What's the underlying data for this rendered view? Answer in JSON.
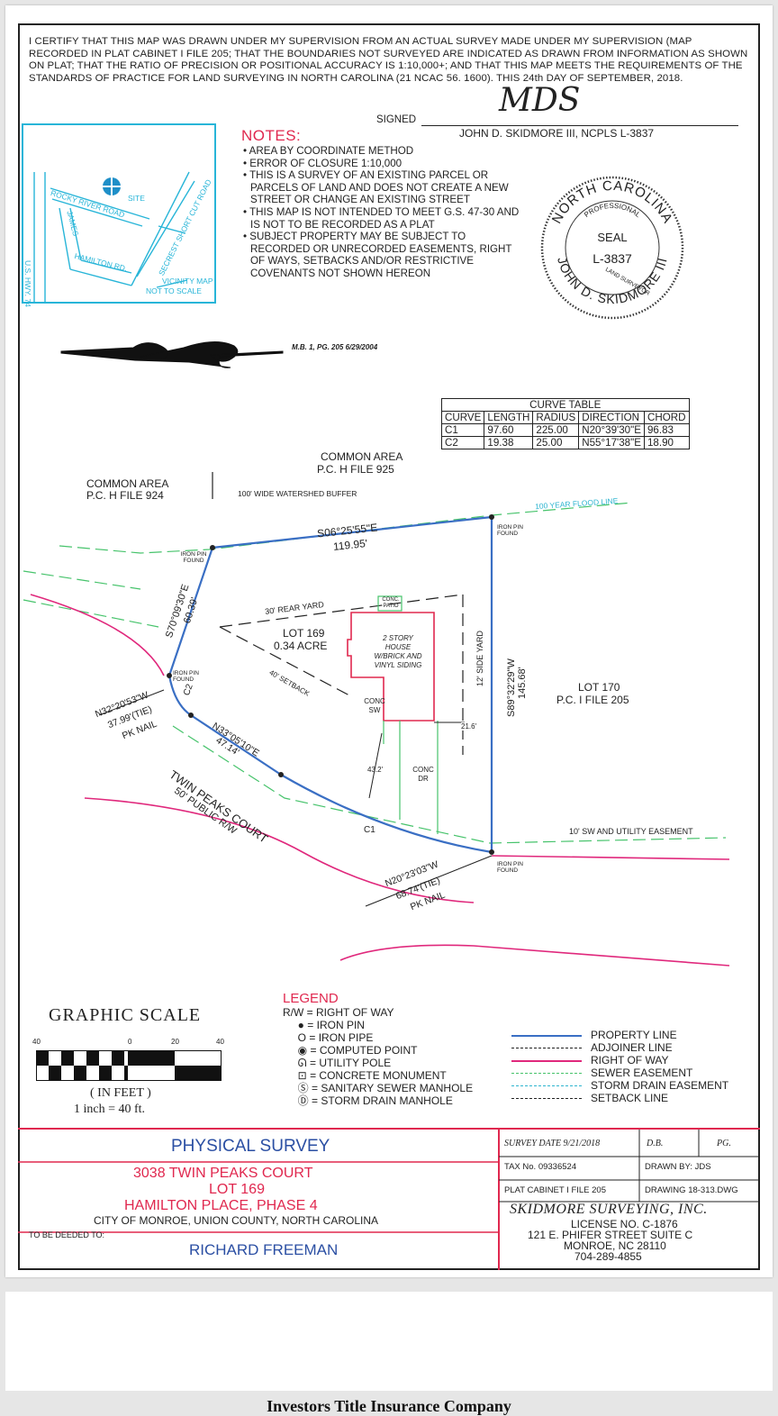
{
  "certification": "I CERTIFY THAT THIS MAP WAS DRAWN UNDER MY SUPERVISION FROM AN ACTUAL SURVEY MADE UNDER MY SUPERVISION (MAP RECORDED IN PLAT CABINET I FILE 205; THAT THE BOUNDARIES NOT SURVEYED ARE INDICATED AS DRAWN FROM INFORMATION AS SHOWN ON PLAT; THAT THE RATIO OF PRECISION OR POSITIONAL ACCURACY IS 1:10,000+; AND THAT THIS MAP MEETS THE REQUIREMENTS OF THE STANDARDS OF PRACTICE FOR LAND SURVEYING IN NORTH CAROLINA (21 NCAC 56. 1600). THIS 24th DAY OF SEPTEMBER, 2018.",
  "signature": {
    "signed_label": "SIGNED",
    "name": "JOHN D. SKIDMORE III, NCPLS L-3837",
    "scrawl": "MDS"
  },
  "vicinity_map": {
    "roads": [
      "ROCKY RIVER ROAD",
      "SECREST SHORT CUT ROAD",
      "U.S. HWY. 74",
      "JAMES",
      "HAMILTON RD."
    ],
    "site_label": "SITE",
    "caption_1": "VICINITY MAP",
    "caption_2": "NOT TO SCALE"
  },
  "notes": {
    "heading": "NOTES:",
    "items": [
      "AREA BY COORDINATE METHOD",
      "ERROR OF CLOSURE 1:10,000",
      "THIS IS A SURVEY OF AN EXISTING PARCEL OR PARCELS OF LAND AND DOES NOT CREATE A NEW STREET OR CHANGE AN EXISTING STREET",
      "THIS MAP IS NOT INTENDED TO MEET G.S. 47-30 AND IS NOT TO BE RECORDED AS A PLAT",
      "SUBJECT PROPERTY MAY BE SUBJECT TO RECORDED OR UNRECORDED EASEMENTS, RIGHT OF WAYS, SETBACKS AND/OR RESTRICTIVE COVENANTS NOT SHOWN HEREON"
    ]
  },
  "seal": {
    "top": "NORTH CAROLINA",
    "ring_inner": "PROFESSIONAL",
    "center": "SEAL",
    "number": "L-3837",
    "bottom": "JOHN D. SKIDMORE III",
    "inner_bottom": "LAND SURVEYOR"
  },
  "north_arrow_ref": "M.B. 1, PG. 205 6/29/2004",
  "curve_table": {
    "title": "CURVE TABLE",
    "headers": [
      "CURVE",
      "LENGTH",
      "RADIUS",
      "DIRECTION",
      "CHORD"
    ],
    "rows": [
      [
        "C1",
        "97.60",
        "225.00",
        "N20°39'30\"E",
        "96.83"
      ],
      [
        "C2",
        "19.38",
        "25.00",
        "N55°17'38\"E",
        "18.90"
      ]
    ]
  },
  "plat": {
    "common_area_1": "COMMON AREA",
    "common_area_1_ref": "P.C. H FILE 924",
    "common_area_2": "COMMON AREA",
    "common_area_2_ref": "P.C. H FILE 925",
    "buffer": "100' WIDE WATERSHED BUFFER",
    "flood_line": "100 YEAR FLOOD LINE",
    "bearing_top": "S06°25'55\"E",
    "dist_top": "119.95'",
    "iron_pin_found": "IRON PIN FOUND",
    "bearing_left": "S70°09'30\"E",
    "dist_left": "60.39'",
    "rear_yard": "30' REAR YARD",
    "patio": "CONC. PATIO",
    "lot": "LOT 169",
    "area": "0.34 ACRE",
    "house": "2 STORY HOUSE W/BRICK AND VINYL SIDING",
    "side_yard": "12' SIDE YARD",
    "bearing_right": "S89°32'29\"W",
    "dist_right": "145.68'",
    "lot_170": "LOT 170",
    "lot_170_ref": "P.C. I FILE 205",
    "setback": "40' SETBACK",
    "conc_sw": "CONC SW",
    "dim_216": "21.6'",
    "dim_432": "43.2'",
    "conc_dr": "CONC DR",
    "tie_left": "N32°20'53\"W",
    "tie_left_dist": "37.99'(TIE)",
    "pk_nail": "PK NAIL",
    "c2": "C2",
    "bearing_front": "N33°05'10\"E",
    "dist_front": "47.14'",
    "street": "TWIN PEAKS COURT",
    "street_rw": "50' PUBLIC R/W",
    "c1": "C1",
    "easement": "10' SW AND UTILITY EASEMENT",
    "tie_right": "N20°23'03\"W",
    "tie_right_dist": "68.74'(TIE)"
  },
  "graphic_scale": {
    "title": "GRAPHIC SCALE",
    "ticks": [
      "40",
      "0",
      "20",
      "40"
    ],
    "units": "( IN FEET )",
    "ratio": "1 inch = 40 ft."
  },
  "legend": {
    "heading": "LEGEND",
    "symbols": [
      {
        "sym": "R/W",
        "label": "= RIGHT OF WAY"
      },
      {
        "sym": "●",
        "label": "= IRON PIN"
      },
      {
        "sym": "O",
        "label": "= IRON PIPE"
      },
      {
        "sym": "◉",
        "label": "= COMPUTED POINT"
      },
      {
        "sym": "ᘏ",
        "label": "= UTILITY POLE"
      },
      {
        "sym": "⊡",
        "label": "= CONCRETE MONUMENT"
      },
      {
        "sym": "Ⓢ",
        "label": "= SANITARY SEWER MANHOLE"
      },
      {
        "sym": "Ⓓ",
        "label": "= STORM DRAIN MANHOLE"
      }
    ],
    "lines": [
      {
        "label": "PROPERTY LINE",
        "color": "#3a6fc4",
        "style": "solid"
      },
      {
        "label": "ADJOINER LINE",
        "color": "#222222",
        "style": "dashed"
      },
      {
        "label": "RIGHT OF WAY",
        "color": "#e0287c",
        "style": "solid"
      },
      {
        "label": "SEWER EASEMENT",
        "color": "#46c36b",
        "style": "dashed"
      },
      {
        "label": "STORM DRAIN EASEMENT",
        "color": "#2fb5d0",
        "style": "dashed"
      },
      {
        "label": "SETBACK LINE",
        "color": "#222222",
        "style": "dashed"
      }
    ]
  },
  "title_block": {
    "title": "PHYSICAL SURVEY",
    "address": "3038 TWIN PEAKS COURT",
    "lot": "LOT 169",
    "subdivision": "HAMILTON PLACE, PHASE 4",
    "city": "CITY OF MONROE, UNION COUNTY, NORTH CAROLINA",
    "deeded_label": "TO BE DEEDED TO:",
    "owner": "RICHARD FREEMAN",
    "survey_date": "SURVEY DATE 9/21/2018",
    "db": "D.B.",
    "pg": "PG.",
    "tax": "TAX No. 09336524",
    "drawn_by": "DRAWN BY: JDS",
    "plat_cabinet": "PLAT CABINET I FILE 205",
    "drawing": "DRAWING 18-313.DWG",
    "company": "SKIDMORE SURVEYING, INC.",
    "license": "LICENSE NO. C-1876",
    "street": "121 E. PHIFER STREET SUITE C",
    "citystate": "MONROE, NC 28110",
    "phone": "704-289-4855"
  },
  "next_page_heading": "Investors Title Insurance Company"
}
